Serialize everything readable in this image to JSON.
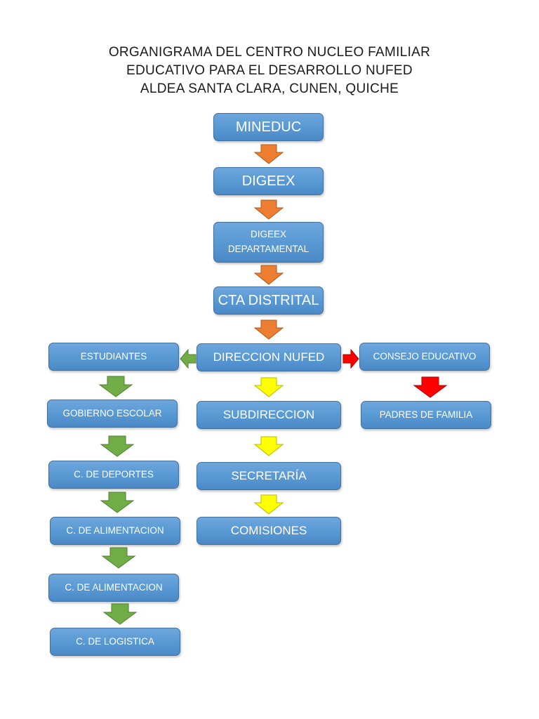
{
  "title": {
    "line1": "ORGANIGRAMA DEL CENTRO NUCLEO FAMILIAR",
    "line2": "EDUCATIVO PARA EL DESARROLLO NUFED",
    "line3": "ALDEA SANTA CLARA, CUNEN, QUICHE"
  },
  "nodes": {
    "mineduc": "MINEDUC",
    "digeex": "DIGEEX",
    "digeex_dep_1": "DIGEEX",
    "digeex_dep_2": "DEPARTAMENTAL",
    "cta": "CTA DISTRITAL",
    "direccion": "DIRECCION NUFED",
    "estudiantes": "ESTUDIANTES",
    "consejo": "CONSEJO EDUCATIVO",
    "subdireccion": "SUBDIRECCION",
    "secretaria": "SECRETARÍA",
    "comisiones": "COMISIONES",
    "gobierno": "GOBIERNO ESCOLAR",
    "deportes": "C. DE DEPORTES",
    "alimentacion1": "C. DE ALIMENTACION",
    "alimentacion2": "C. DE ALIMENTACION",
    "logistica": "C. DE LOGISTICA",
    "padres": "PADRES DE FAMILIA"
  },
  "colors": {
    "box": "#5b9bd5",
    "box_border": "#41719c",
    "arrow_orange": "#ed7d31",
    "arrow_yellow": "#ffff00",
    "arrow_green": "#70ad47",
    "arrow_red": "#ff0000"
  }
}
